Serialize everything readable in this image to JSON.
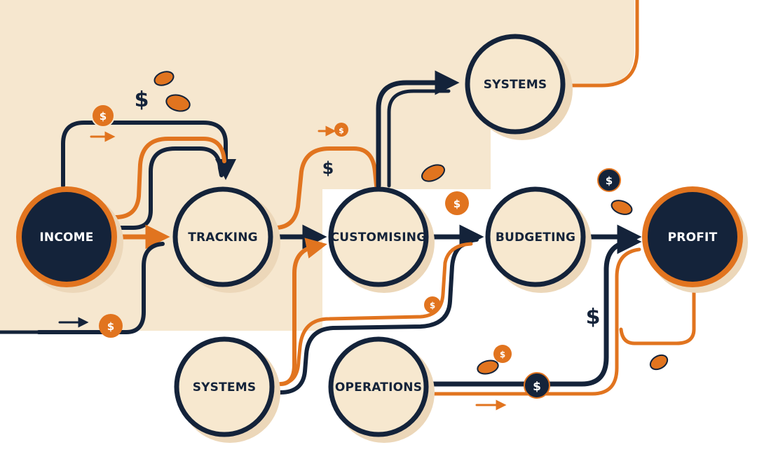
{
  "colors": {
    "panel": "#f6e7cf",
    "navy": "#14233a",
    "orange": "#e1741f",
    "cream": "#f7e8cf",
    "shadow": "#ecd7b9"
  },
  "nodes": {
    "income": "INCOME",
    "tracking": "TRACKING",
    "customising": "CUSTOMISING",
    "budgeting": "BUDGETING",
    "profit": "PROFIT",
    "systems_top": "SYSTEMS",
    "systems_bottom": "SYSTEMS",
    "operations": "OPERATIONS"
  },
  "currency_symbol": "$",
  "icons": [
    "arrow-icon",
    "dollar-coin-icon",
    "coin-stack-icon",
    "dollar-sign-icon"
  ]
}
